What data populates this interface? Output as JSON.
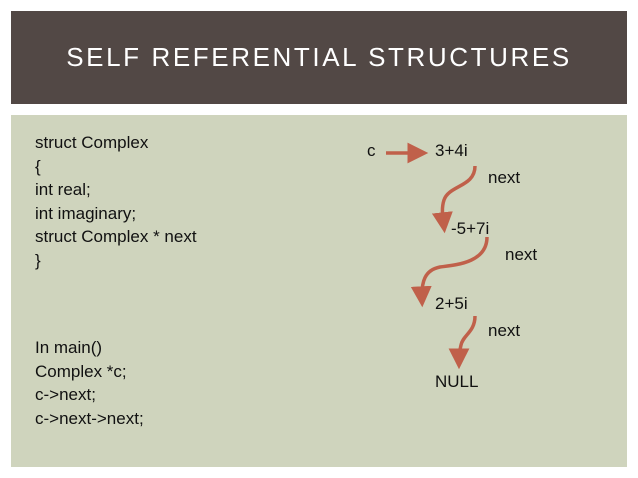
{
  "header": {
    "title": "SELF REFERENTIAL STRUCTURES"
  },
  "code": {
    "struct_lines": [
      "struct Complex",
      "{",
      "int real;",
      "int imaginary;",
      "struct Complex * next",
      "}"
    ],
    "main_lines": [
      "In main()",
      "Complex *c;",
      "c->next;",
      "c->next->next;"
    ]
  },
  "diagram": {
    "pointer_label": "c",
    "nodes": [
      "3+4i",
      "-5+7i",
      "2+5i",
      "NULL"
    ],
    "link_labels": [
      "next",
      "next",
      "next"
    ],
    "arrow_color": "#c0604a"
  },
  "colors": {
    "title_background": "#524845",
    "content_background": "#cfd4bd"
  }
}
